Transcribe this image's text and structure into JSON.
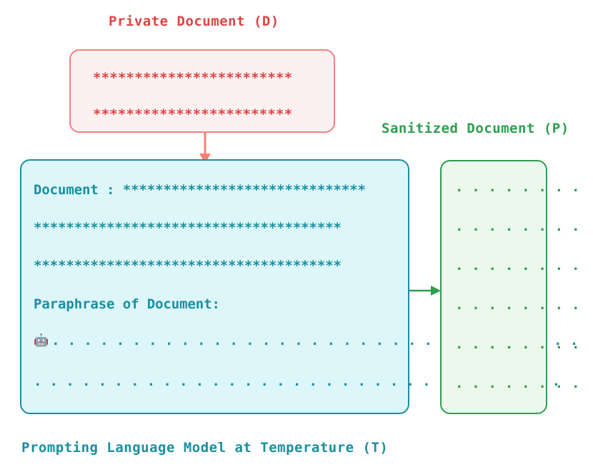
{
  "diagram": {
    "private_document": {
      "title": "Private Document (D)",
      "border_color": "#f08080",
      "fill_color": "#fdf0f0",
      "text_color": "#dd4444",
      "lines": [
        "************************",
        "************************"
      ]
    },
    "prompt_box": {
      "caption": "Prompting Language Model at Temperature (T)",
      "border_color": "#1a8fa0",
      "fill_color": "#ddf6fa",
      "text_color": "#1a8fa0",
      "lines": [
        "Document : ******************************",
        "**************************************",
        "**************************************",
        "Paraphrase of Document:",
        ". . . . . . . . . . . . . . . . . . . . . . . . . . . . . . . . .",
        ". . . . . . . . . . . . . . . . . . . . . . . . . . . . . . . . ."
      ],
      "robot_icon": "🤖"
    },
    "sanitized_document": {
      "title": "Sanitized Document (P)",
      "border_color": "#2e9e4f",
      "fill_color": "#ecf8ee",
      "text_color": "#2e9e4f",
      "lines": [
        ". . . . . . . .",
        ". . . . . . . .",
        ". . . . . . . .",
        ". . . . . . . .",
        ". . . . . . . .",
        ". . . . . . . ."
      ]
    },
    "arrows": {
      "private_to_prompt": {
        "direction": "down",
        "color": "#fa8072",
        "name": "red-down-arrow"
      },
      "prompt_to_sanitized": {
        "direction": "right",
        "color": "#2e9e4f",
        "name": "green-right-arrow"
      }
    }
  }
}
